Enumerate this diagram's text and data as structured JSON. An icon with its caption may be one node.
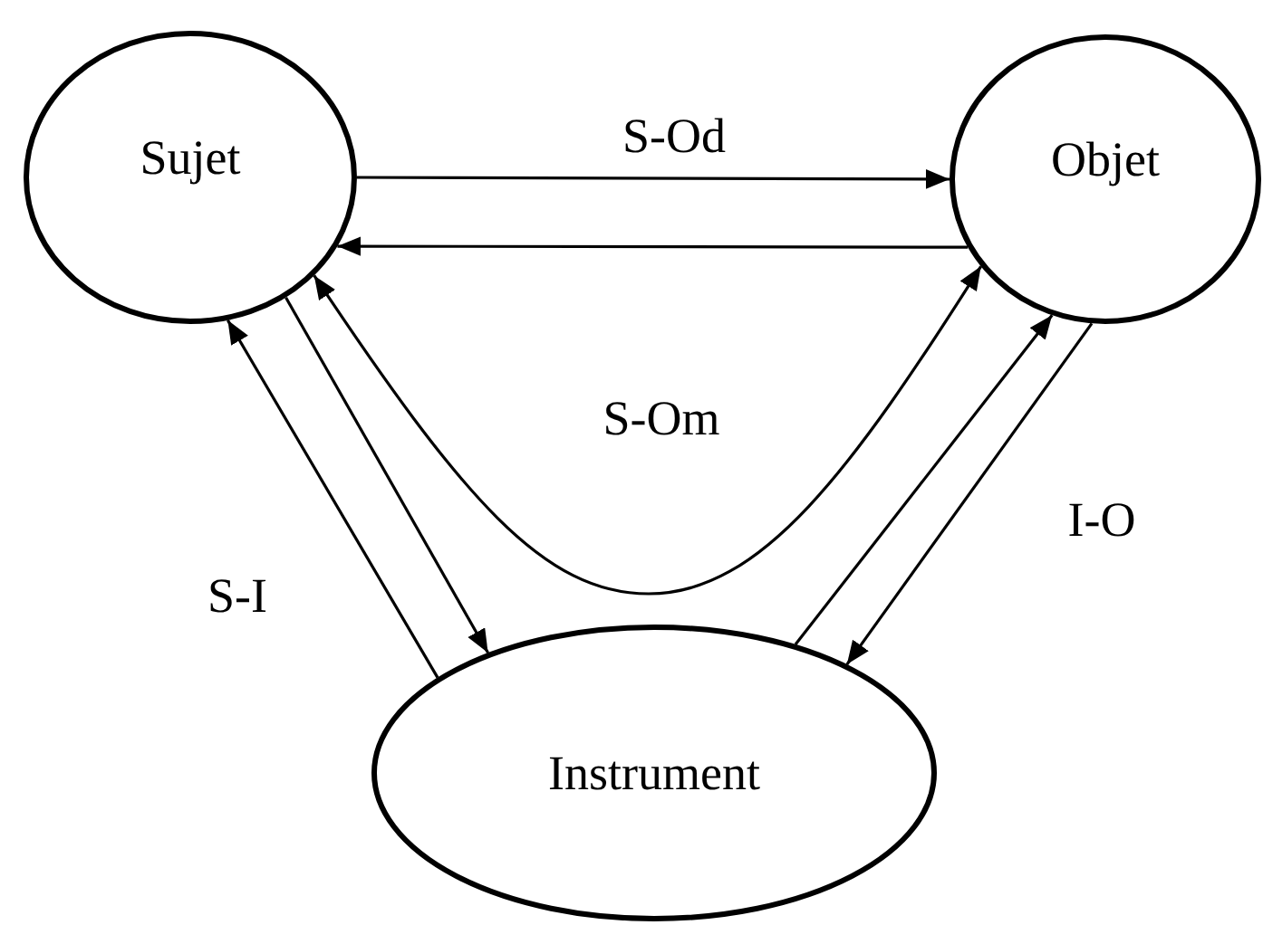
{
  "diagram": {
    "nodes": [
      {
        "text": [
          "Sujet"
        ]
      },
      {
        "text": [
          "Objet"
        ]
      },
      {
        "text": [
          "Instrument"
        ]
      }
    ],
    "edges": [
      {
        "from": 0,
        "to": 1,
        "arrow": "to",
        "label": "S-Od"
      },
      {
        "from": 1,
        "to": 0,
        "arrow": "to"
      },
      {
        "from": 2,
        "to": 0,
        "arrow": "to",
        "label": "S-I"
      },
      {
        "from": 0,
        "to": 2,
        "arrow": "to"
      },
      {
        "from": 0,
        "to": 1,
        "arrow": "both",
        "label": "S-Om"
      },
      {
        "from": 2,
        "to": 1,
        "arrow": "to"
      },
      {
        "from": 1,
        "to": 2,
        "arrow": "to",
        "label": "I-O"
      }
    ]
  }
}
